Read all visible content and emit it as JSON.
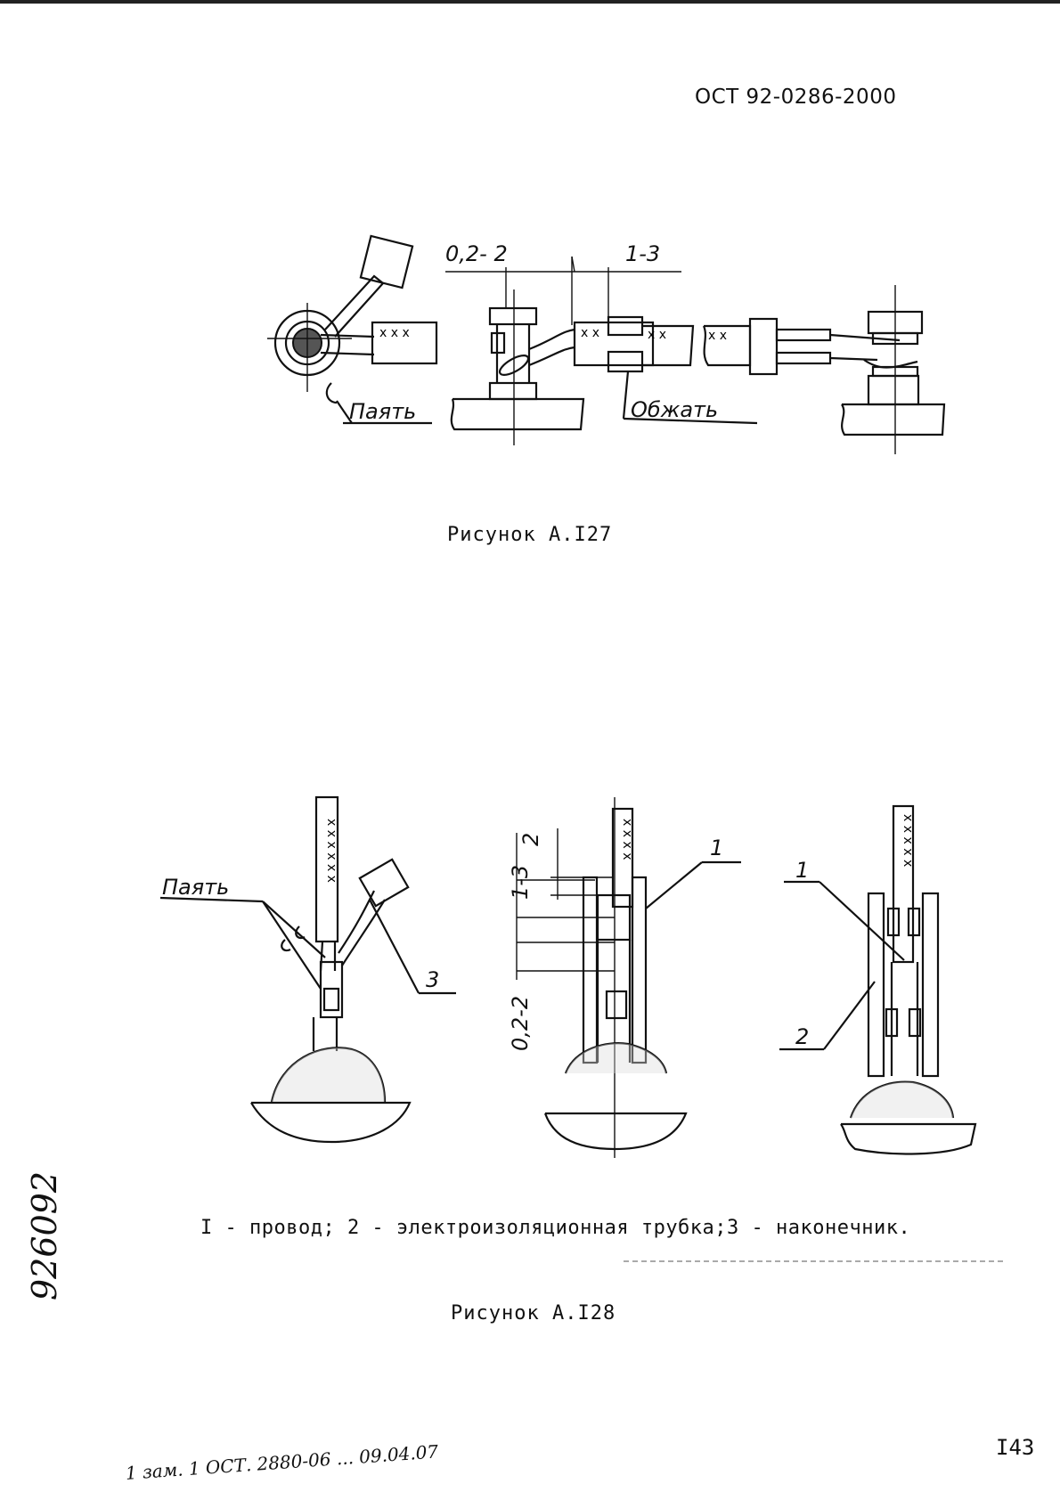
{
  "header": {
    "doc_code": "ОСТ 92-0286-2000"
  },
  "figure_127": {
    "caption": "Рисунок А.I27",
    "labels": {
      "solder": "Паять",
      "crimp": "Обжать",
      "dim_a": "0,2- 2",
      "dim_b": "1-3"
    }
  },
  "figure_128": {
    "caption": "Рисунок А.I28",
    "labels": {
      "solder": "Паять",
      "callout_3": "3",
      "callout_1a": "1",
      "callout_1b": "1",
      "callout_2": "2",
      "dim_2": "2",
      "dim_13": "1-3",
      "dim_022": "0,2-2"
    },
    "legend": "I - провод; 2 - электроизоляционная трубка;3 - наконечник."
  },
  "footer": {
    "page_number": "I43",
    "inventory_number": "926092",
    "modification_note": "1 зам. 1 ОСТ. 2880-06 ... 09.04.07"
  }
}
